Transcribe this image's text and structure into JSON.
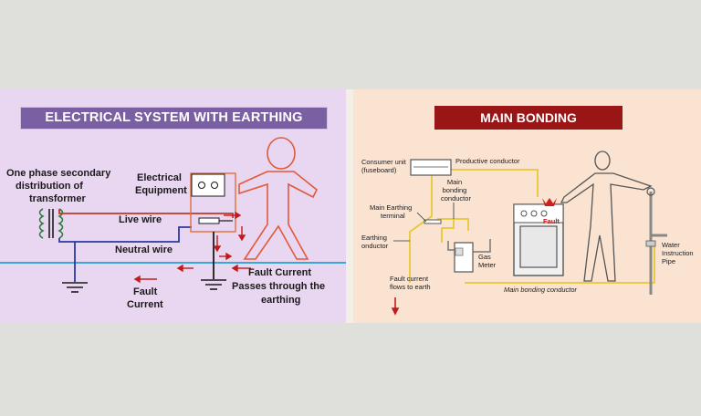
{
  "left": {
    "title": "ELECTRICAL SYSTEM WITH EARTHING",
    "labels": {
      "transformer_l1": "One phase secondary",
      "transformer_l2": "distribution of",
      "transformer_l3": "transformer",
      "equipment_l1": "Electrical",
      "equipment_l2": "Equipment",
      "live_wire": "Live wire",
      "neutral_wire": "Neutral wire",
      "fault_current_l1": "Fault Current",
      "fault_current_l2": "Passes through the",
      "fault_current_l3": "earthing",
      "fault_bottom_l1": "Fault",
      "fault_bottom_l2": "Current"
    },
    "colors": {
      "background": "#e9d6f0",
      "title_bg": "#7a5fa3",
      "live": "#c0392b",
      "neutral": "#2a3aa0",
      "earth": "#38a8d8",
      "figure": "#e05a3a"
    }
  },
  "right": {
    "title": "MAIN BONDING",
    "labels": {
      "consumer_unit_l1": "Consumer unit",
      "consumer_unit_l2": "(fuseboard)",
      "productive_conductor": "Productive conductor",
      "main_bonding_l1": "Main",
      "main_bonding_l2": "bonding",
      "main_bonding_l3": "conductor",
      "main_earthing_l1": "Main Earthing",
      "main_earthing_l2": "terminal",
      "earthing_l1": "Earthing",
      "earthing_l2": "onductor",
      "gas_meter_l1": "Gas",
      "gas_meter_l2": "Meter",
      "fault_label": "Fault",
      "water_l1": "Water",
      "water_l2": "Instruction",
      "water_l3": "Pipe",
      "fault_flow_l1": "Fault current",
      "fault_flow_l2": "flows to earth",
      "main_bonding_bottom": "Main bonding conductor"
    },
    "colors": {
      "background": "#fbe3d2",
      "title_bg": "#9a1616",
      "conductor": "#e8c832"
    }
  }
}
